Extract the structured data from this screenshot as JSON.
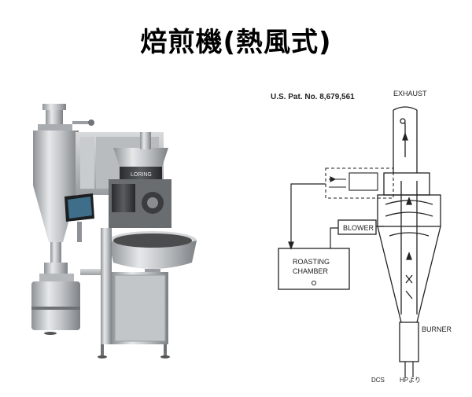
{
  "slide": {
    "title": "焙煎機(熱風式)"
  },
  "photo": {
    "brand_label": "LORING"
  },
  "diagram": {
    "patent": "U.S. Pat. No. 8,679,561",
    "exhaust": "EXHAUST",
    "blower": "BLOWER",
    "roasting_line1": "ROASTING",
    "roasting_line2": "CHAMBER",
    "burner": "BURNER",
    "bottom_dcs": "DCS",
    "bottom_hp": "HPより"
  }
}
